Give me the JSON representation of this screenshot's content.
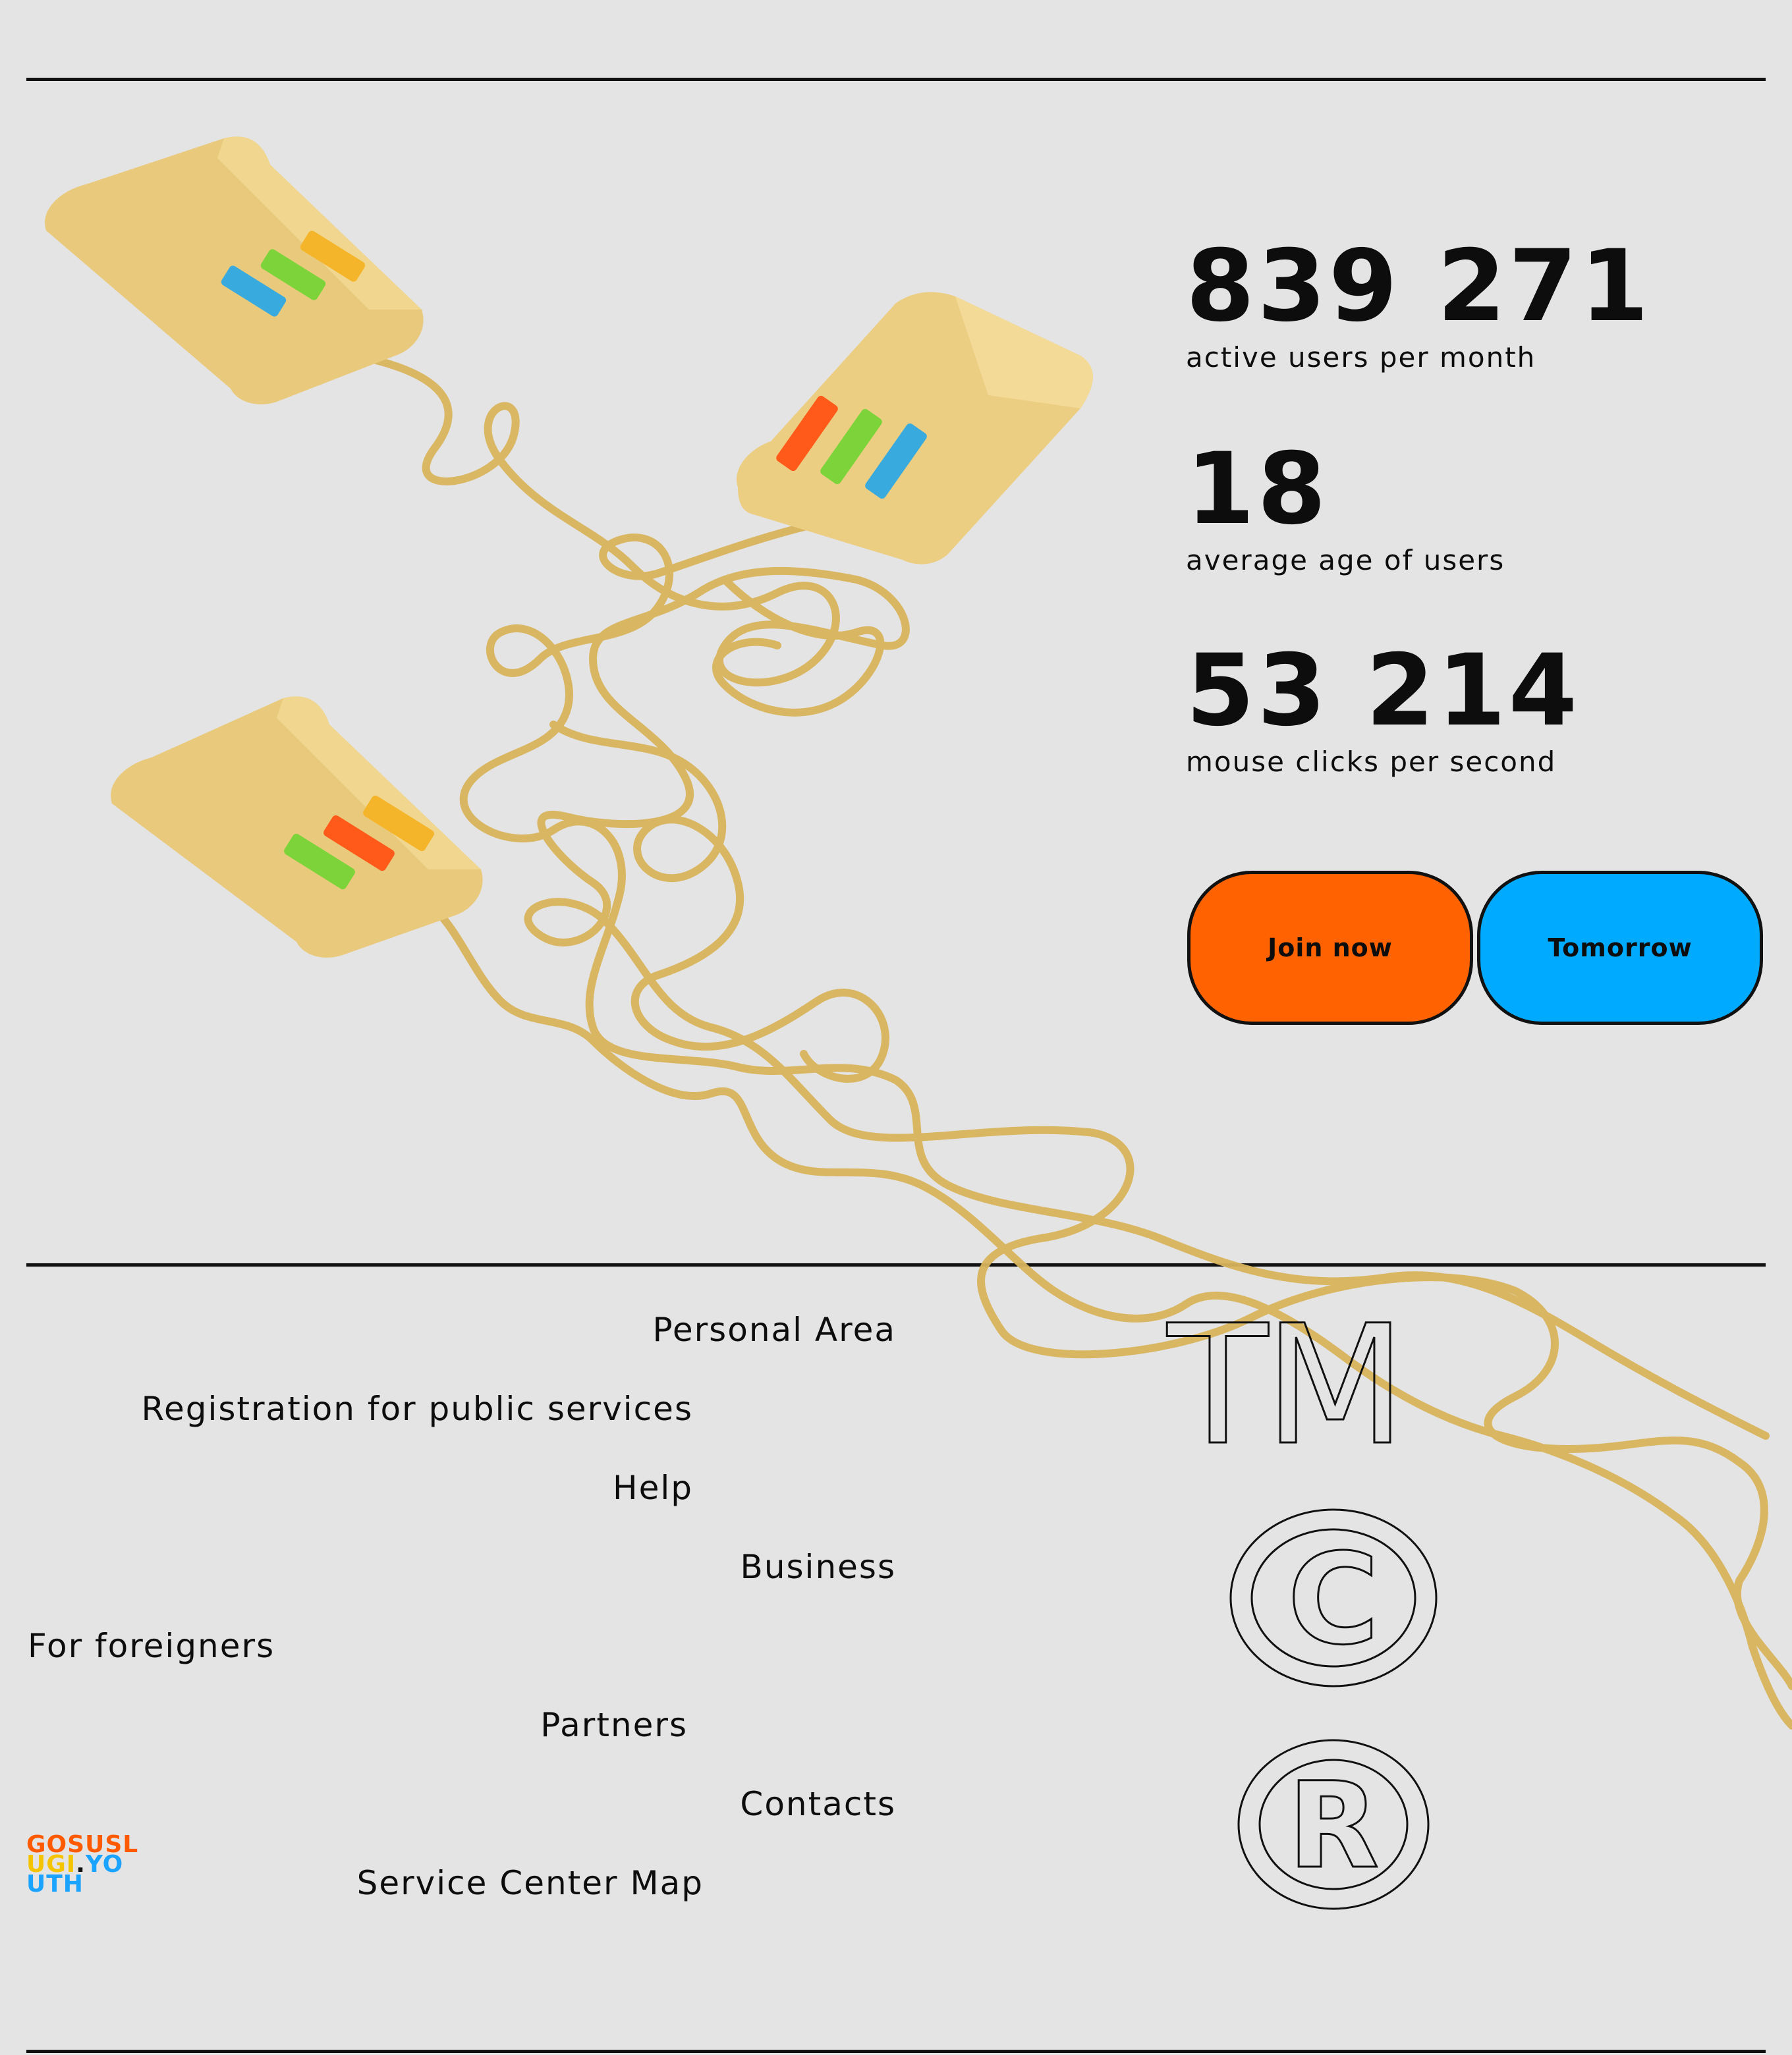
{
  "stats": [
    {
      "value": "839 271",
      "label": "active users per month"
    },
    {
      "value": "18",
      "label": "average age of users"
    },
    {
      "value": "53 214",
      "label": "mouse clicks per second"
    }
  ],
  "buttons": {
    "join": {
      "label": "Join now",
      "color": "#ff6200"
    },
    "tomorrow": {
      "label": "Tomorrow",
      "color": "#00aaff"
    }
  },
  "nav": {
    "personal_area": "Personal Area",
    "registration": "Registration for public services",
    "help": "Help",
    "business": "Business",
    "foreigners": "For foreigners",
    "partners": "Partners",
    "contacts": "Contacts",
    "service_center_map": "Service Center Map"
  },
  "logo": {
    "line1": "GOSUSL",
    "line2a": "UGI",
    "line2b": ".",
    "line2c": "YO",
    "line3": "UTH",
    "colors": {
      "orange": "#ff5a00",
      "yellow": "#f5c400",
      "blue": "#1aa3ff"
    }
  },
  "symbols": {
    "trademark": "TM",
    "copyright": "C",
    "registered": "R"
  },
  "icons": [
    "mouse-icon",
    "trademark-icon",
    "copyright-icon",
    "registered-icon"
  ]
}
